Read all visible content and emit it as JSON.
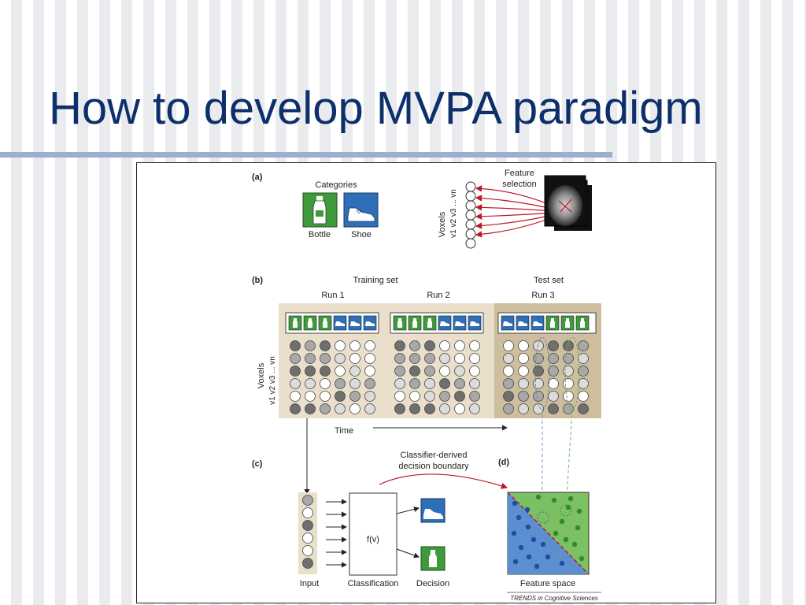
{
  "slide": {
    "title": "How to develop MVPA paradigm"
  },
  "figure": {
    "panel_a": {
      "label": "(a)",
      "categories_label": "Categories",
      "bottle_label": "Bottle",
      "shoe_label": "Shoe",
      "feature_selection_line1": "Feature",
      "feature_selection_line2": "selection",
      "voxels_label": "Voxels",
      "voxel_index_text": "v1 v2 v3 ... vn"
    },
    "panel_b": {
      "label": "(b)",
      "training_set_label": "Training set",
      "test_set_label": "Test set",
      "run1_label": "Run 1",
      "run2_label": "Run 2",
      "run3_label": "Run 3",
      "voxels_label": "Voxels",
      "voxel_index_text": "v1 v2 v3 ... vn",
      "time_label": "Time"
    },
    "panel_c": {
      "label": "(c)",
      "input_label": "Input",
      "classification_label": "Classification",
      "decision_label": "Decision",
      "function_label": "f(v)"
    },
    "panel_d": {
      "label": "(d)",
      "boundary_line1": "Classifier-derived",
      "boundary_line2": "decision boundary",
      "feature_space_label": "Feature space"
    },
    "source_credit": "TRENDS in Cognitive Sciences",
    "colors": {
      "bottle_green": "#3f9a3c",
      "shoe_blue": "#2f6fb7",
      "panel_tan": "#e9dfcb",
      "panel_tan_dark": "#cdbf9e",
      "feature_space_blue": "#5b8fd0",
      "feature_space_green": "#7cc063",
      "boundary_red": "#c0182a"
    },
    "icons": [
      "bottle-icon",
      "shoe-icon",
      "brain-scan-icon",
      "arrow-icon"
    ]
  }
}
